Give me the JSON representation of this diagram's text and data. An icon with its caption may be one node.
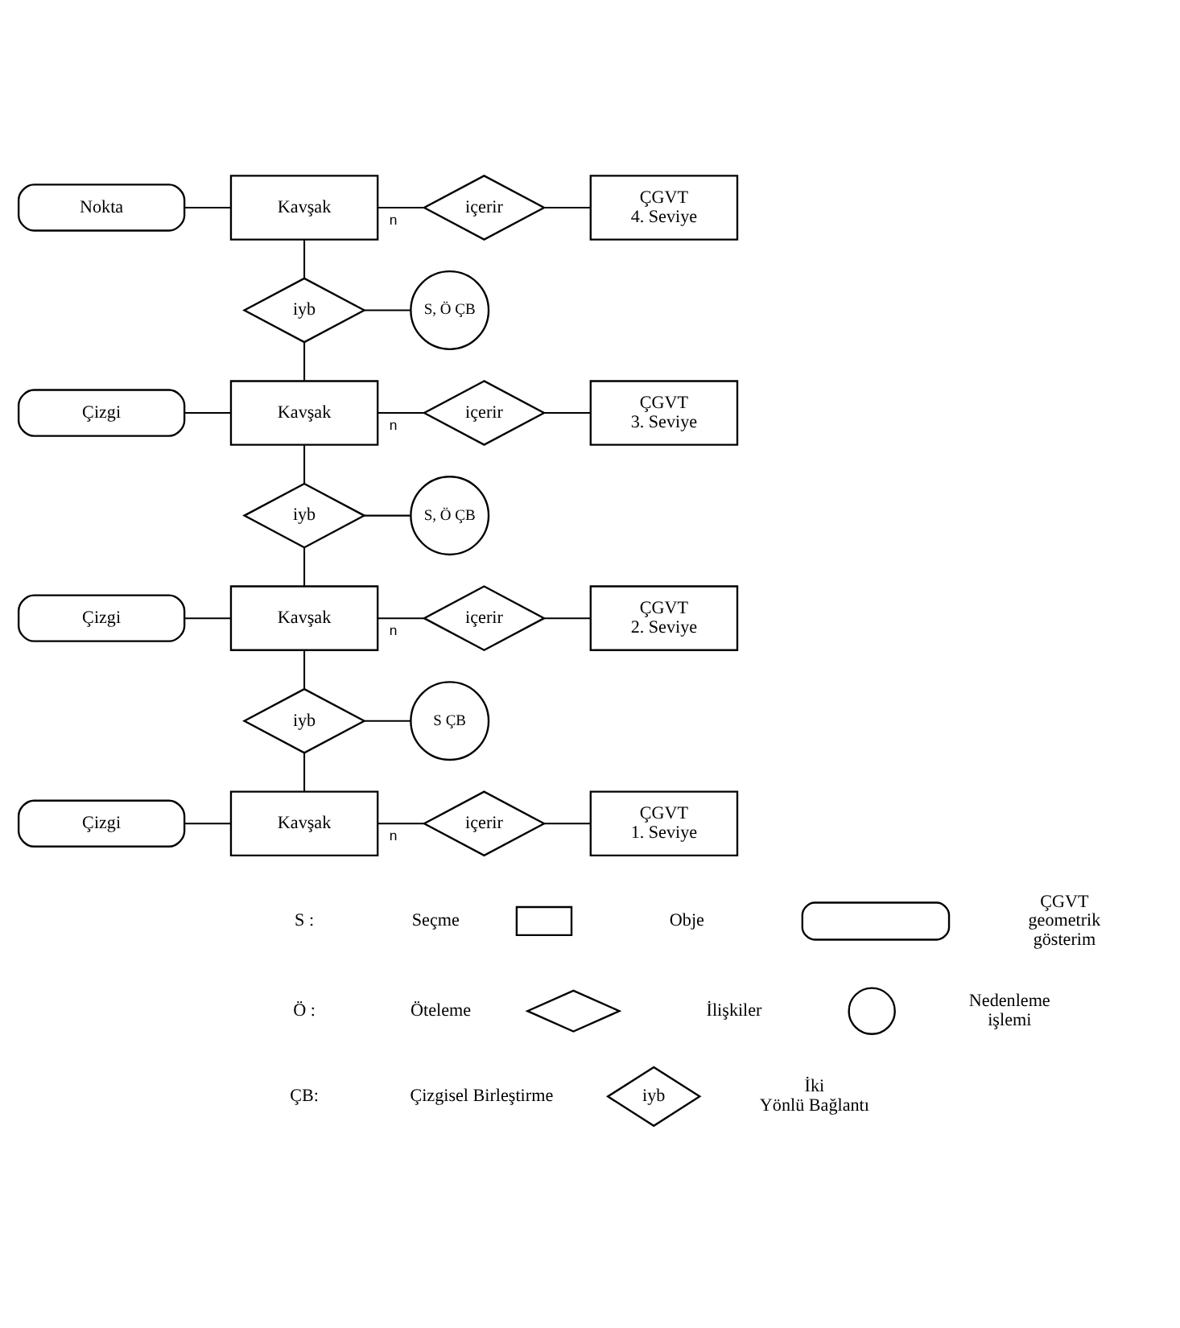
{
  "diagram": {
    "nodes": [
      {
        "text": [
          "Nokta"
        ]
      },
      {
        "text": [
          "Kavşak"
        ]
      },
      {
        "text": [
          "içerir"
        ]
      },
      {
        "text": [
          "ÇGVT",
          "4. Seviye"
        ]
      },
      {
        "text": [
          "iyb"
        ]
      },
      {
        "text": [
          "S, Ö ÇB"
        ]
      },
      {
        "text": [
          "Çizgi"
        ]
      },
      {
        "text": [
          "Kavşak"
        ]
      },
      {
        "text": [
          "içerir"
        ]
      },
      {
        "text": [
          "ÇGVT",
          "3. Seviye"
        ]
      },
      {
        "text": [
          "iyb"
        ]
      },
      {
        "text": [
          "S, Ö ÇB"
        ]
      },
      {
        "text": [
          "Çizgi"
        ]
      },
      {
        "text": [
          "Kavşak"
        ]
      },
      {
        "text": [
          "içerir"
        ]
      },
      {
        "text": [
          "ÇGVT",
          "2. Seviye"
        ]
      },
      {
        "text": [
          "iyb"
        ]
      },
      {
        "text": [
          "S ÇB"
        ]
      },
      {
        "text": [
          "Çizgi"
        ]
      },
      {
        "text": [
          "Kavşak"
        ]
      },
      {
        "text": [
          "içerir"
        ]
      },
      {
        "text": [
          "ÇGVT",
          "1. Seviye"
        ]
      },
      {
        "text": [],
        "shape": "box"
      },
      {
        "text": [],
        "shape": "capsule"
      },
      {
        "text": [],
        "shape": "diamond"
      },
      {
        "text": [],
        "shape": "circle"
      },
      {
        "text": [
          "iyb"
        ]
      }
    ],
    "edges": [
      {
        "from": 0,
        "to": 1,
        "arrow": "none"
      },
      {
        "from": 1,
        "to": 2,
        "arrow": "none",
        "label": "n"
      },
      {
        "from": 2,
        "to": 3,
        "arrow": "none"
      },
      {
        "from": 1,
        "to": 4,
        "arrow": "none"
      },
      {
        "from": 4,
        "to": 5,
        "arrow": "none"
      },
      {
        "from": 4,
        "to": 7,
        "arrow": "none"
      },
      {
        "from": 6,
        "to": 7,
        "arrow": "none"
      },
      {
        "from": 7,
        "to": 8,
        "arrow": "none",
        "label": "n"
      },
      {
        "from": 8,
        "to": 9,
        "arrow": "none"
      },
      {
        "from": 7,
        "to": 10,
        "arrow": "none"
      },
      {
        "from": 10,
        "to": 11,
        "arrow": "none"
      },
      {
        "from": 10,
        "to": 13,
        "arrow": "none"
      },
      {
        "from": 12,
        "to": 13,
        "arrow": "none"
      },
      {
        "from": 13,
        "to": 14,
        "arrow": "none",
        "label": "n"
      },
      {
        "from": 14,
        "to": 15,
        "arrow": "none"
      },
      {
        "from": 13,
        "to": 16,
        "arrow": "none"
      },
      {
        "from": 16,
        "to": 17,
        "arrow": "none"
      },
      {
        "from": 16,
        "to": 19,
        "arrow": "none"
      },
      {
        "from": 18,
        "to": 19,
        "arrow": "none"
      },
      {
        "from": 19,
        "to": 20,
        "arrow": "none",
        "label": "n"
      },
      {
        "from": 20,
        "to": 21,
        "arrow": "none"
      }
    ],
    "labels": [
      "S :",
      "Seçme",
      "Ö :",
      "Öteleme",
      "ÇB:",
      "Çizgisel Birleştirme"
    ],
    "legend": [
      {
        "text": "Obje"
      },
      {
        "text": "İlişkiler"
      },
      {
        "text": "İki Yönlü Bağlantı"
      },
      {
        "text": "ÇGVT geometrik gösterim"
      },
      {
        "text": "Nedenleme işlemi"
      }
    ]
  }
}
